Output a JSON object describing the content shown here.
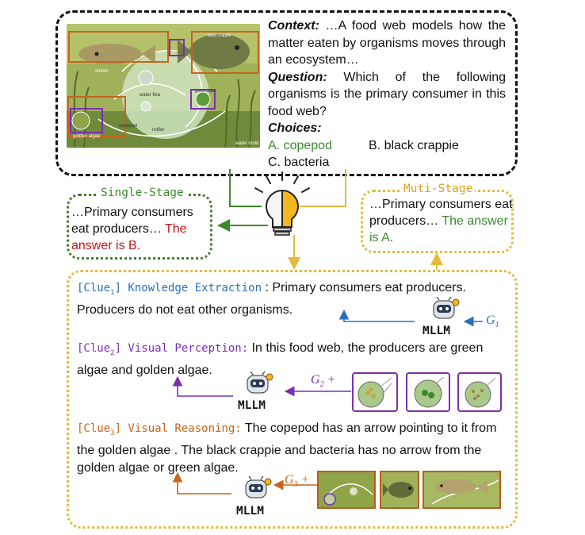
{
  "context": {
    "context_label": "Context:",
    "context_text": " …A food web models how the matter eaten by organisms moves through an ecosystem…",
    "question_label": "Question:",
    "question_text": " Which of the following organisms is the primary consumer in this food web?",
    "choices_label": "Choices:",
    "choice_a": "A. copepod",
    "choice_b": "B. black crappie",
    "choice_c": "C. bacteria"
  },
  "scene_labels": [
    "shiner",
    "water flea",
    "copepod",
    "golden algae",
    "rotifer",
    "green algae",
    "water mold",
    "black crappie"
  ],
  "single_stage": {
    "title": "Single-Stage",
    "text": "…Primary consumers eat producers… ",
    "answer": "The answer is B."
  },
  "multi_stage": {
    "title": "Muti-Stage",
    "text": "…Primary consumers eat producers… ",
    "answer": "The answer is A."
  },
  "clue1": {
    "tag_pre": "[Clue",
    "tag_sub": "1",
    "tag_post": "] Knowledge Extraction",
    "sep": " : ",
    "text": "Primary consumers eat producers. Producers do not eat other organisms.",
    "model": "MLLM",
    "g_label": "G",
    "g_sub": "1"
  },
  "clue2": {
    "tag_pre": "[Clue",
    "tag_sub": "2",
    "tag_post": "] Visual Perception:",
    "text": " In this food web, the producers are green algae and golden algae.",
    "model": "MLLM",
    "g_label": "G",
    "g_sub": "2",
    "g_plus": " +"
  },
  "clue3": {
    "tag_pre": "[Clue",
    "tag_sub": "3",
    "tag_post": "] Visual Reasoning:",
    "text": " The copepod has an arrow pointing to it from the golden algae . The black crappie and bacteria has no arrow from the golden algae or green algae.",
    "model": "MLLM",
    "g_label": "G",
    "g_sub": "3",
    "g_plus": " +"
  },
  "colors": {
    "blue": "#2a6fbd",
    "purple": "#7b2fb0",
    "orange": "#c8641c",
    "green": "#3b8a2a",
    "red": "#c0151a",
    "gold": "#e6b93b"
  }
}
